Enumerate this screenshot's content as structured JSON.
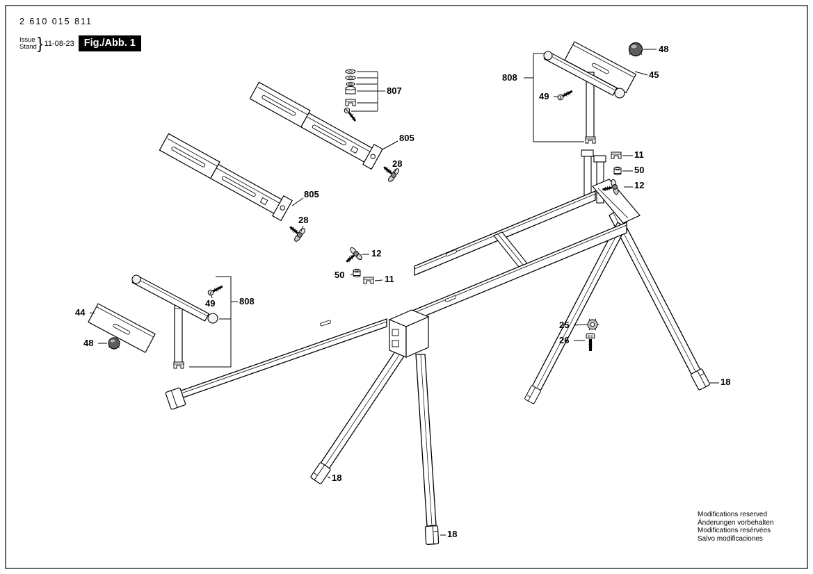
{
  "document": {
    "number": "2 610 015 811",
    "issue_label": "Issue",
    "stand_label": "Stand",
    "brace": "}",
    "issue_date": "11-08-23",
    "figure_label": "Fig./Abb. 1"
  },
  "callouts": [
    {
      "label": "807"
    },
    {
      "label": "805"
    },
    {
      "label": "28"
    },
    {
      "label": "805"
    },
    {
      "label": "28"
    },
    {
      "label": "808"
    },
    {
      "label": "49"
    },
    {
      "label": "44"
    },
    {
      "label": "48"
    },
    {
      "label": "12"
    },
    {
      "label": "50"
    },
    {
      "label": "11"
    },
    {
      "label": "48"
    },
    {
      "label": "45"
    },
    {
      "label": "808"
    },
    {
      "label": "49"
    },
    {
      "label": "11"
    },
    {
      "label": "50"
    },
    {
      "label": "12"
    },
    {
      "label": "25"
    },
    {
      "label": "26"
    },
    {
      "label": "18"
    },
    {
      "label": "18"
    },
    {
      "label": "18"
    }
  ],
  "footer": {
    "lines": [
      "Modifications reserved",
      "Änderungen vorbehalten",
      "Modifications resérvées",
      "Salvo modificaciones"
    ]
  }
}
